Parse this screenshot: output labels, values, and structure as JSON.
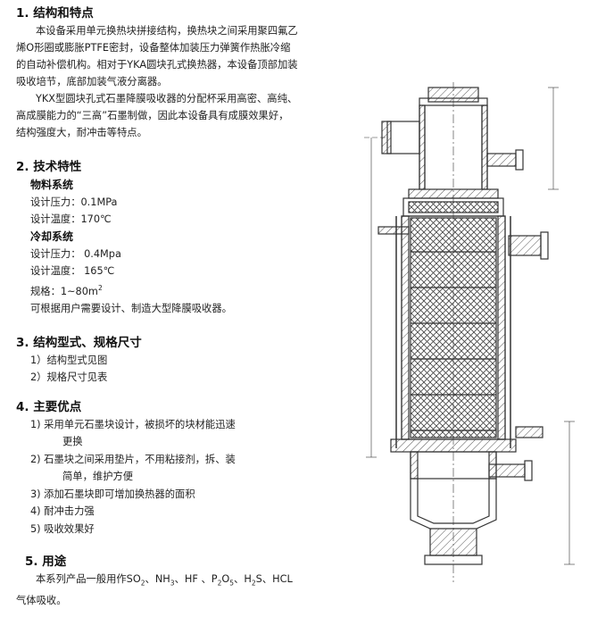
{
  "sections": {
    "s1": {
      "title": "1. 结构和特点",
      "p1_l1": "本设备采用单元换热块拼接结构，换热块之间采用聚四氟乙",
      "p1_l2": "烯O形圈或膨胀PTFE密封，设备整体加装压力弹簧作热胀冷缩",
      "p1_l3": "的自动补偿机构。相对于YKA圆块孔式换热器，本设备顶部加装",
      "p1_l4": "吸收培节，底部加装气液分离器。",
      "p2_l1": "YKX型圆块孔式石墨降膜吸收器的分配杯采用高密、高纯、",
      "p2_l2": "高成膜能力的“三高”石墨制做，因此本设备具有成膜效果好，",
      "p2_l3": "结构强度大，耐冲击等特点。"
    },
    "s2": {
      "title": "2. 技术特性",
      "material_title": "物料系统",
      "material_pressure": "设计压力：0.1MPa",
      "material_temp": "设计温度：170℃",
      "cooling_title": "冷却系统",
      "cooling_pressure": "设计压力：  0.4Mpa",
      "cooling_temp": "设计温度：  165℃",
      "spec_prefix": "规格：1~80m",
      "spec_sup": "2",
      "custom_note": "可根据用户需要设计、制造大型降膜吸收器。"
    },
    "s3": {
      "title": "3. 结构型式、规格尺寸",
      "item1": "1）结构型式见图",
      "item2": "2）规格尺寸见表"
    },
    "s4": {
      "title": "4. 主要优点",
      "item1_l1": "1)  采用单元石墨块设计，被损坏的块材能迅速",
      "item1_l2": "更换",
      "item2_l1": "2)  石墨块之间采用垫片，不用粘接剂，拆、装",
      "item2_l2": "简单，维护方便",
      "item3": "3)  添加石墨块即可增加换热器的面积",
      "item4": "4)  耐冲击力强",
      "item5": "5)  吸收效果好"
    },
    "s5": {
      "title": "5. 用途",
      "l1_a": "本系列产品一般用作SO",
      "l1_b": "、NH",
      "l1_c": "、HF 、P",
      "l1_d": "O",
      "l1_e": "、H",
      "l1_f": "S、HCL",
      "sub2": "2",
      "sub3": "3",
      "sub5": "5",
      "l2": "气体吸收。"
    }
  },
  "colors": {
    "text": "#1a1a1a",
    "line": "#333333",
    "hatch": "#555555"
  }
}
